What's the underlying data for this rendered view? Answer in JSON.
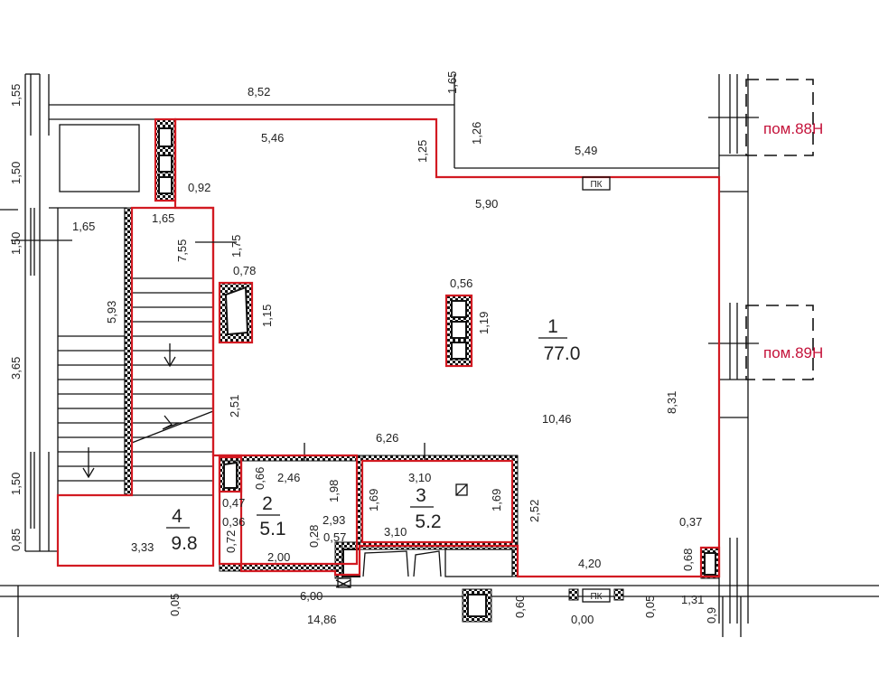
{
  "rooms": [
    {
      "number": "1",
      "area": "77.0"
    },
    {
      "number": "2",
      "area": "5.1"
    },
    {
      "number": "3",
      "area": "5.2"
    },
    {
      "number": "4",
      "area": "9.8"
    }
  ],
  "neighbor_labels": [
    "пом.88Н",
    "пом.89Н"
  ],
  "marks": {
    "pk1": "ПК",
    "pk2": "ПК"
  },
  "dimensions": [
    "1,55",
    "8,52",
    "1,65",
    "1,26",
    "5,46",
    "1,25",
    "5,49",
    "1,50",
    "0,92",
    "5,90",
    "1,65",
    "1,65",
    "7,55",
    "1,75",
    "1,50",
    "0,78",
    "0,56",
    "5,93",
    "1,15",
    "1,19",
    "3,65",
    "2,51",
    "10,46",
    "8,31",
    "6,26",
    "2,46",
    "3,10",
    "0,66",
    "1,98",
    "1,69",
    "1,69",
    "2,52",
    "0,47",
    "1,50",
    "2,93",
    "0,36",
    "0,28",
    "0,57",
    "3,10",
    "0,37",
    "0,72",
    "0,85",
    "3,33",
    "2,00",
    "4,20",
    "0,68",
    "6,00",
    "0,05",
    "0,60",
    "0,05",
    "1,31",
    "14,86",
    "0,00",
    "0,9"
  ]
}
